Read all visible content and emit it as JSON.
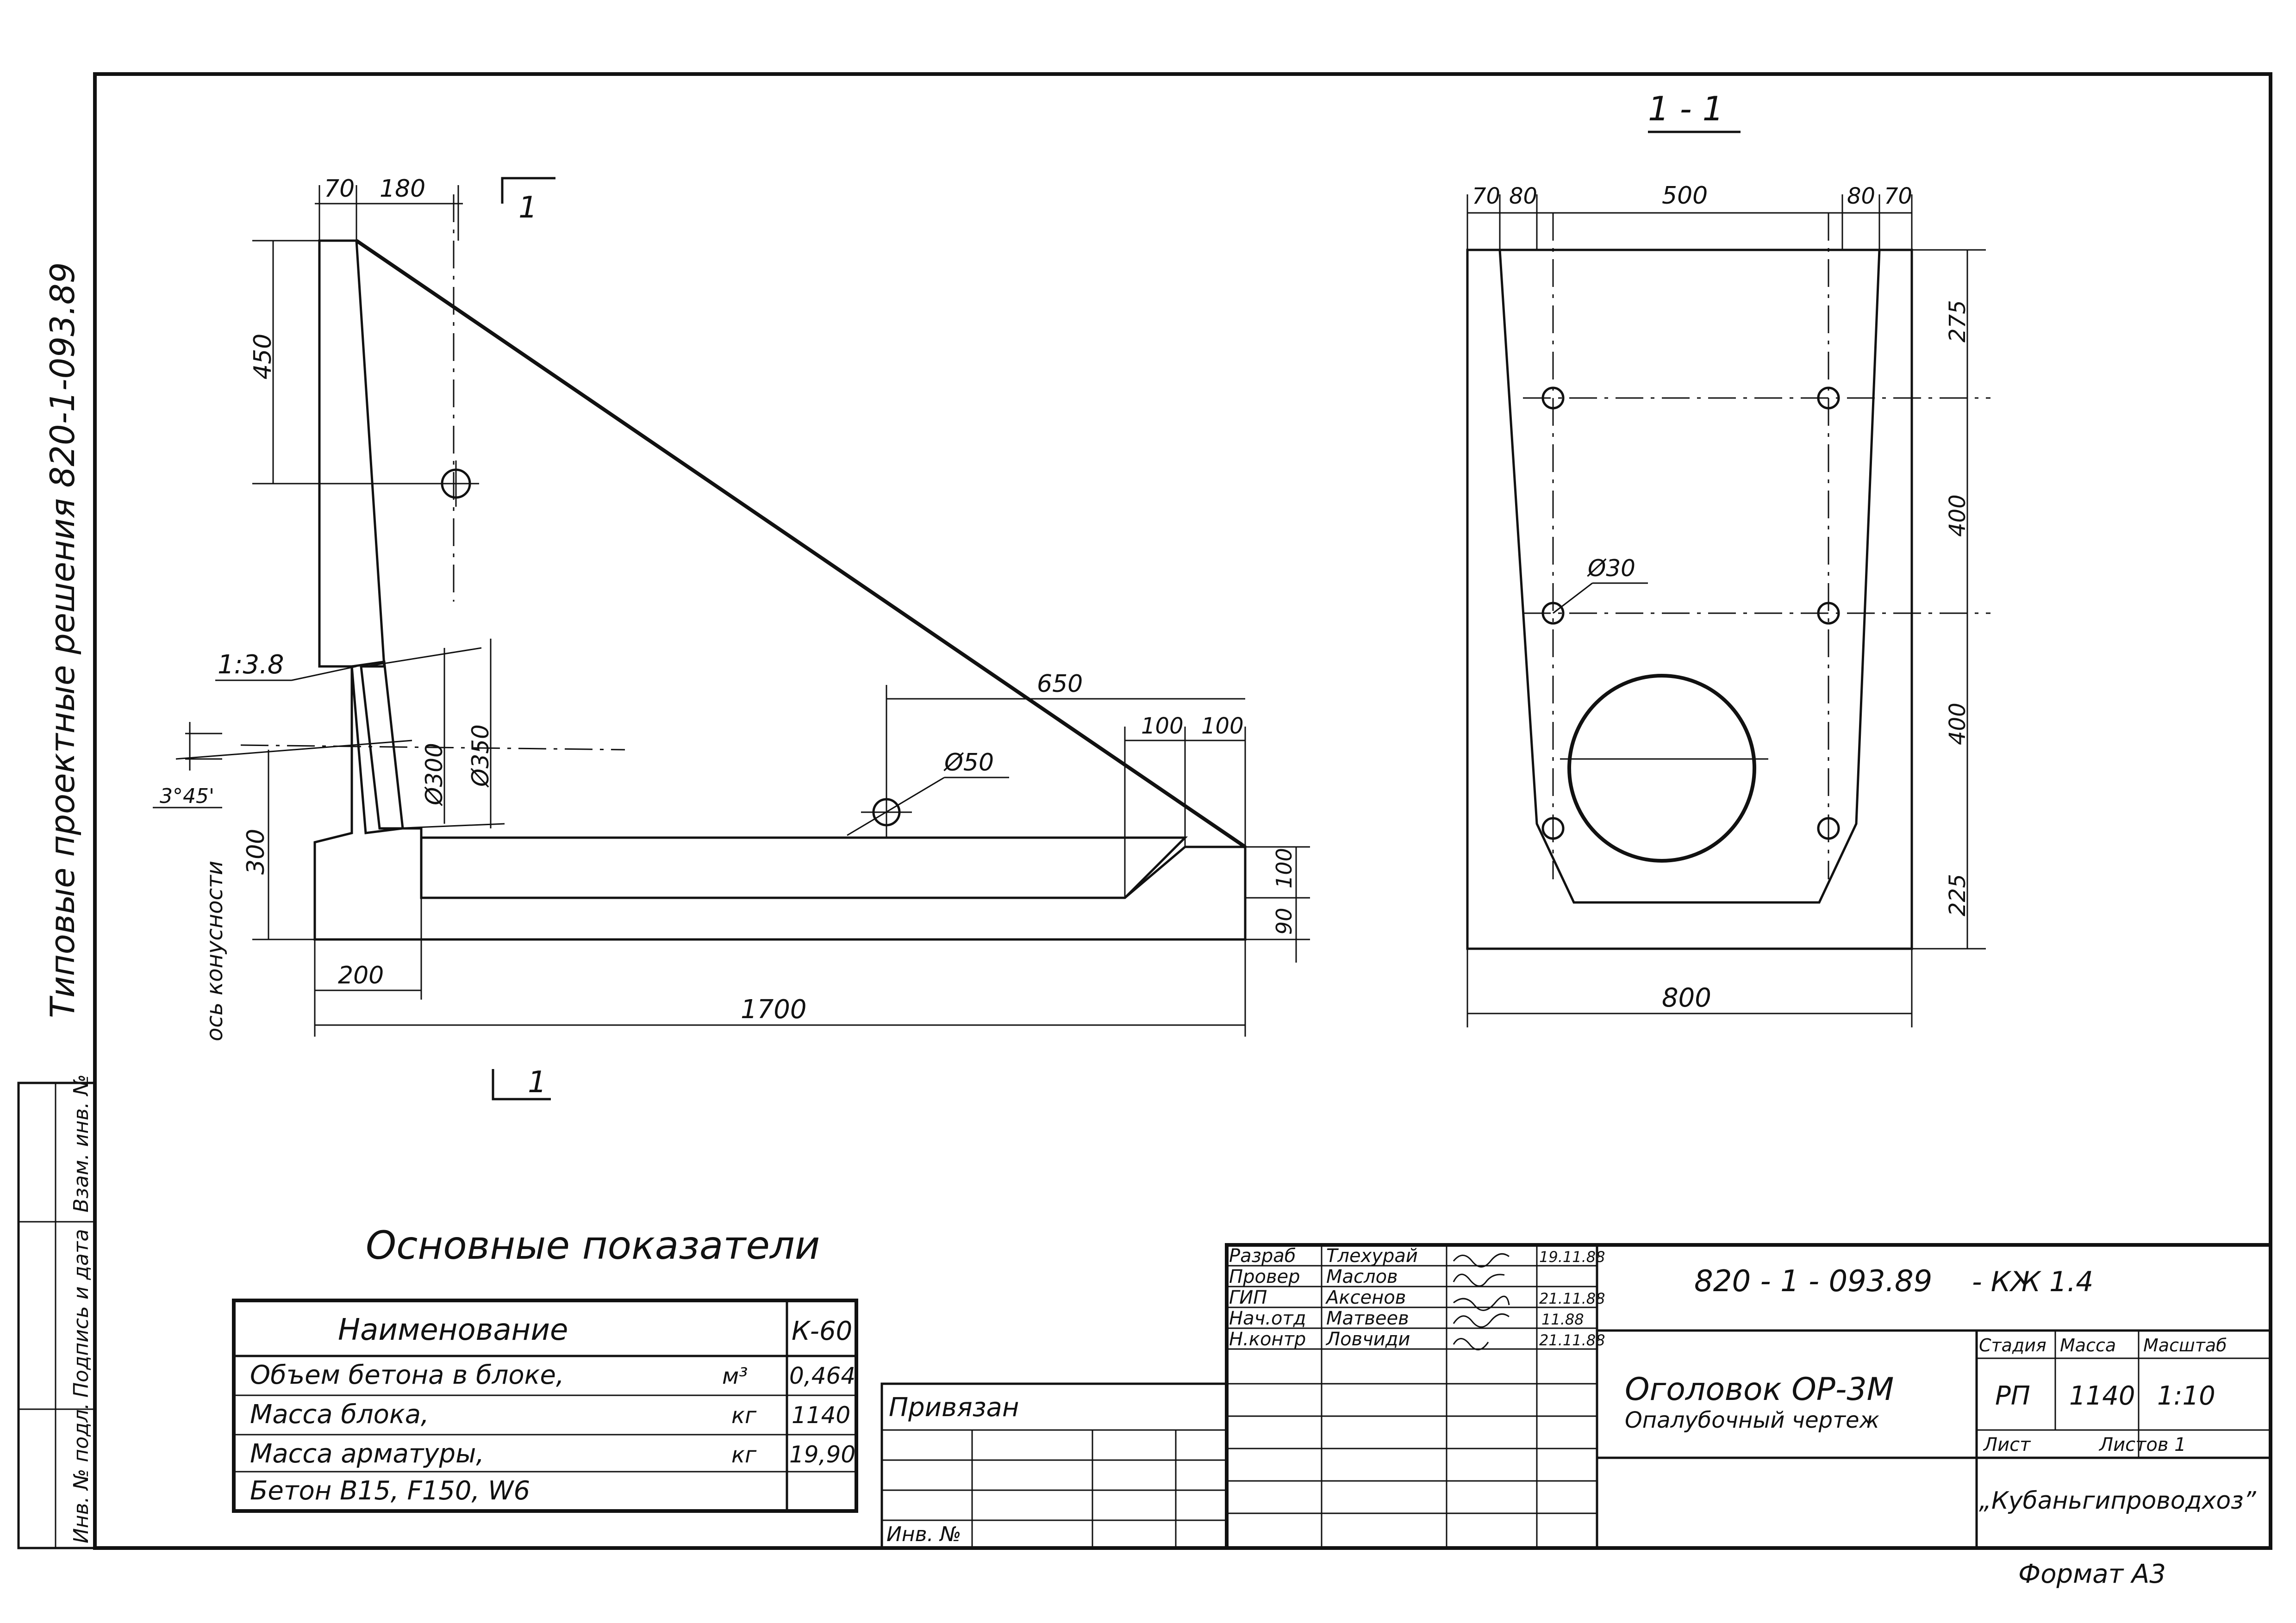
{
  "side_stamp": "Типовые проектные решения 820-1-093.89",
  "view": {
    "section_mark": "1",
    "dims_top": [
      "70",
      "180"
    ],
    "dim_left_450": "450",
    "dim_left_300": "300",
    "slope": "1:3.8",
    "angle": "3°45'",
    "axis_note": "ось конусности",
    "dia_300": "Ø300",
    "dia_350": "Ø350",
    "dia_50": "Ø50",
    "dim_650": "650",
    "dim_100a": "100",
    "dim_100b": "100",
    "dim_100_right": "100",
    "dim_90_right": "90",
    "dim_200": "200",
    "dim_1700": "1700"
  },
  "section": {
    "title": "1 - 1",
    "dims_top": [
      "70",
      "80",
      "500",
      "80",
      "70"
    ],
    "dims_right": [
      "275",
      "400",
      "400",
      "225"
    ],
    "dia_30": "Ø30",
    "dim_800": "800"
  },
  "indicators": {
    "title": "Основные показатели",
    "header": {
      "name": "Наименование",
      "code": "К-60"
    },
    "rows": [
      {
        "name": "Объем бетона в блоке,",
        "unit": "м³",
        "value": "0,464"
      },
      {
        "name": "Масса блока,",
        "unit": "кг",
        "value": "1140"
      },
      {
        "name": "Масса арматуры,",
        "unit": "кг",
        "value": "19,90"
      },
      {
        "name": "Бетон В15, F150, W6",
        "unit": "",
        "value": ""
      }
    ]
  },
  "attach": {
    "title": "Привязан",
    "inv": "Инв. №"
  },
  "left_strip": [
    "Взам. инв. №",
    "Подпись и дата",
    "Инв. № подл."
  ],
  "title_block": {
    "roles": [
      "Разраб",
      "Провер",
      "ГИП",
      "Нач.отд",
      "Н.контр"
    ],
    "names": [
      "Тлехурай",
      "Маслов",
      "Аксенов",
      "Матвеев",
      "Ловчиди"
    ],
    "dates": [
      "19.11.88",
      "",
      "21.11.88",
      "11.88",
      "21.11.88"
    ],
    "code": "820 - 1 - 093.89",
    "sheet_code": "- КЖ 1.4",
    "product_title": "Оголовок ОР-3М",
    "product_subtitle": "Опалубочный чертеж",
    "stage_h": "Стадия",
    "mass_h": "Масса",
    "scale_h": "Масштаб",
    "stage": "РП",
    "mass": "1140",
    "scale": "1:10",
    "sheet_l": "Лист",
    "sheets_l": "Листов 1",
    "org": "„Кубаньгипроводхоз”"
  },
  "format": "Формат А3"
}
